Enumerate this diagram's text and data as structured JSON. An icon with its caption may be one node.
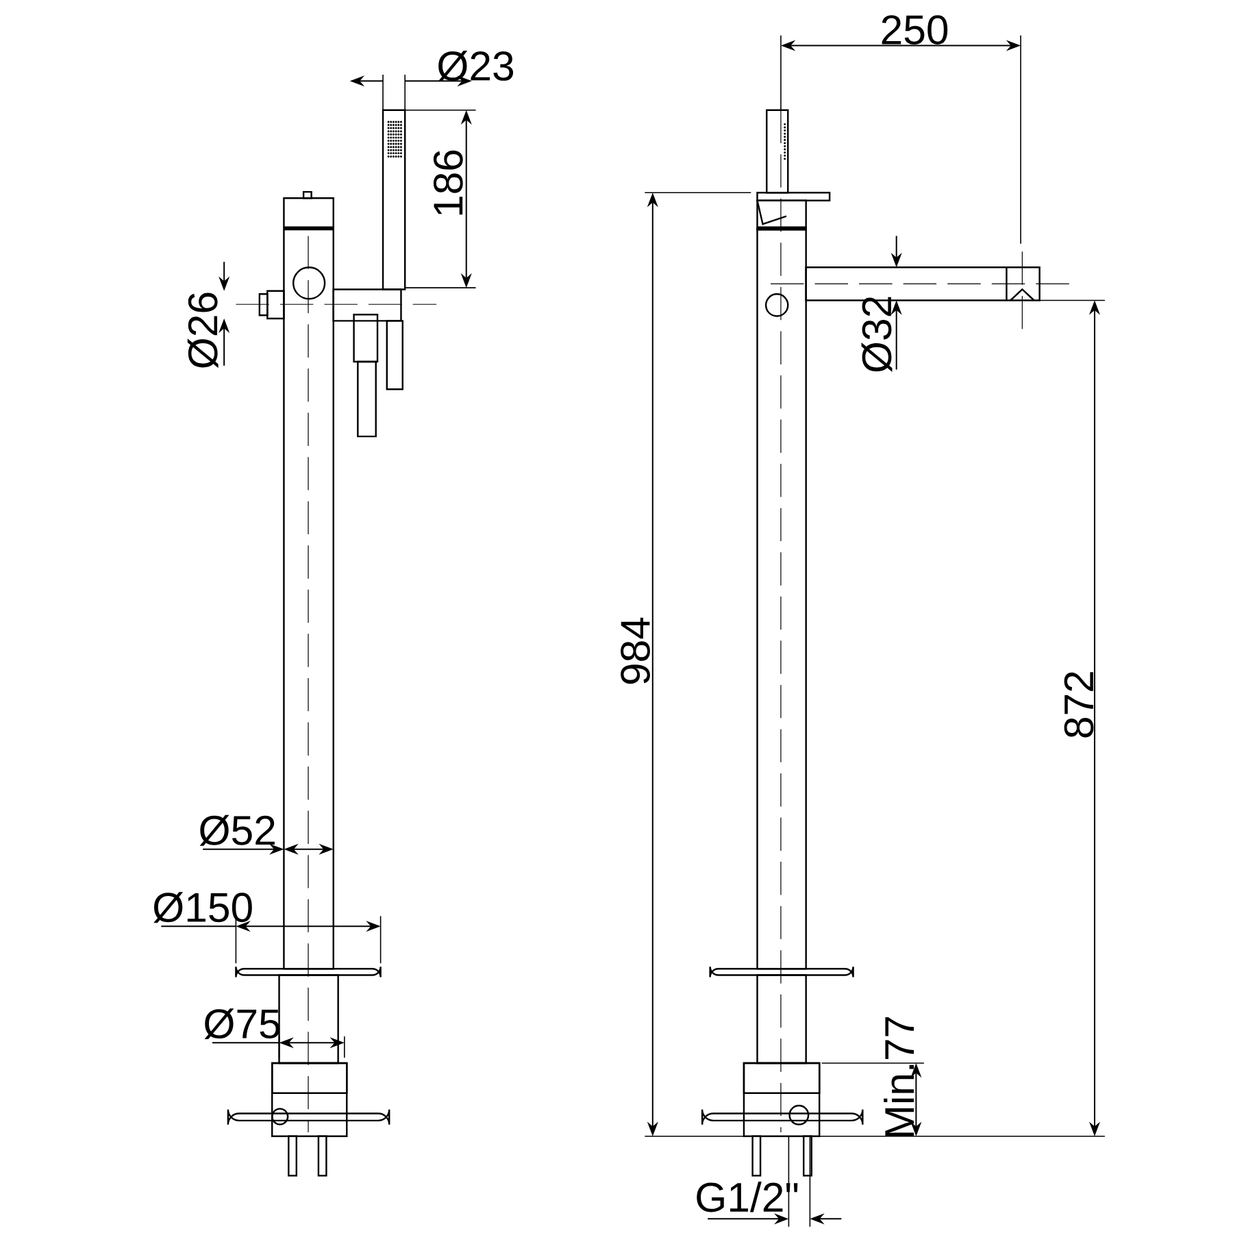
{
  "diagram": {
    "labels": [
      "Ø23",
      "186",
      "Ø26",
      "Ø52",
      "Ø150",
      "Ø75",
      "250",
      "984",
      "Ø32",
      "872",
      "Min.77",
      "G1/2\""
    ]
  }
}
